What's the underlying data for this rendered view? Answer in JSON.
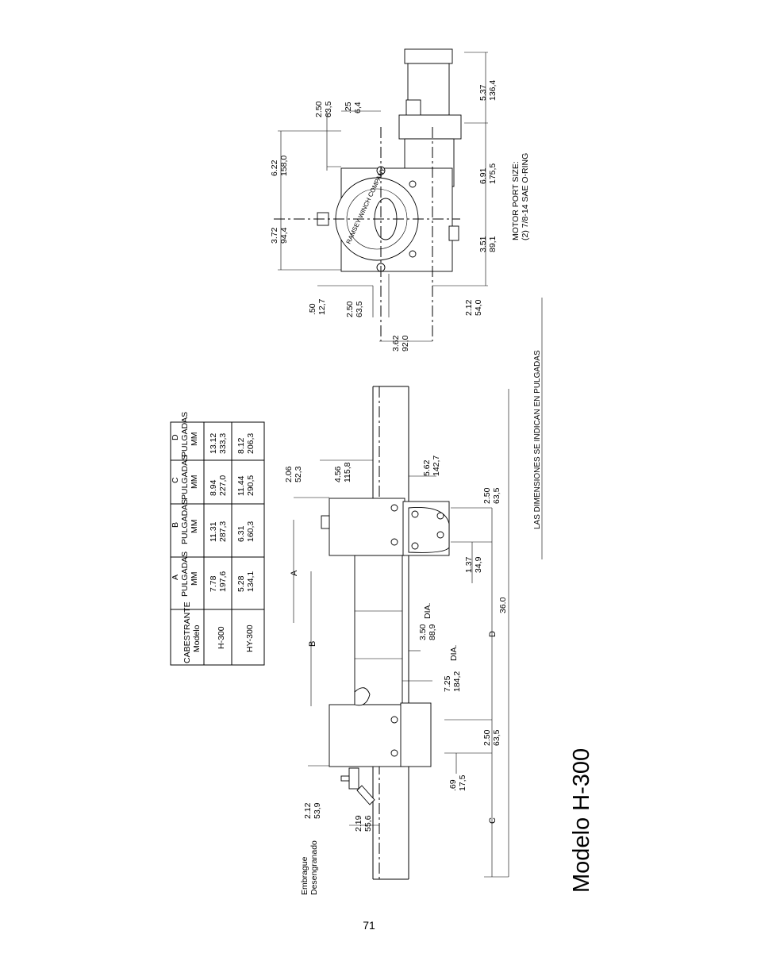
{
  "title": "Modelo H-300",
  "page_number": "71",
  "table": {
    "headers": [
      [
        "CABESTRANTE",
        "Modelo"
      ],
      [
        "A",
        "PULGADAS",
        "MM"
      ],
      [
        "B",
        "PULGADAS",
        "MM"
      ],
      [
        "C",
        "PULGADAS",
        "MM"
      ],
      [
        "D",
        "PULGADAS",
        "MM"
      ]
    ],
    "rows": [
      {
        "model": "H-300",
        "a": [
          "7.78",
          "197,6"
        ],
        "b": [
          "11.31",
          "287,3"
        ],
        "c": [
          "8.94",
          "227,0"
        ],
        "d": [
          "13.12",
          "333,3"
        ]
      },
      {
        "model": "HY-300",
        "a": [
          "5.28",
          "134,1"
        ],
        "b": [
          "6.31",
          "160,3"
        ],
        "c": [
          "11.44",
          "290,5"
        ],
        "d": [
          "8.12",
          "206,3"
        ]
      }
    ]
  },
  "footnote": "LAS DIMENSIONES SE INDICAN EN PULGADAS",
  "motor_port": [
    "MOTOR PORT SIZE:",
    "(2) 7/8-14 SAE O-RING"
  ],
  "side_view": {
    "dims": {
      "d206": [
        "2.06",
        "52,3"
      ],
      "d456": [
        "4.56",
        "115,8"
      ],
      "d562": [
        "5.62",
        "142,7"
      ],
      "d250a": [
        "2.50",
        "63,5"
      ],
      "d137": [
        "1.37",
        "34,9"
      ],
      "d350": [
        "3.50",
        "88,9"
      ],
      "d350_dia": "DIA.",
      "d725": [
        "7.25",
        "184,2"
      ],
      "d725_dia": "DIA.",
      "d250b": [
        "2.50",
        "63,5"
      ],
      "d069": [
        ".69",
        "17,5"
      ],
      "d212": [
        "2.12",
        "53,9"
      ],
      "d219": [
        "2.19",
        "55,6"
      ],
      "d360": "36.0"
    },
    "letters": {
      "a": "A",
      "b": "B",
      "c": "C",
      "d": "D"
    },
    "clutch": [
      "Embrague",
      "Desengranado"
    ]
  },
  "end_view": {
    "dims": {
      "d622": [
        "6.22",
        "158,0"
      ],
      "d372": [
        "3.72",
        "94,4"
      ],
      "d250a": [
        "2.50",
        "63,5"
      ],
      "d025": [
        ".25",
        "6,4"
      ],
      "d537": [
        "5.37",
        "136,4"
      ],
      "d691": [
        "6.91",
        "175,5"
      ],
      "d351": [
        "3.51",
        "89,1"
      ],
      "d050": [
        ".50",
        "12,7"
      ],
      "d250b": [
        "2.50",
        "63,5"
      ],
      "d212": [
        "2.12",
        "54,0"
      ],
      "d362": [
        "3.62",
        "92,0"
      ]
    },
    "plate_text": "RAMSEY WINCH COMPANY"
  }
}
